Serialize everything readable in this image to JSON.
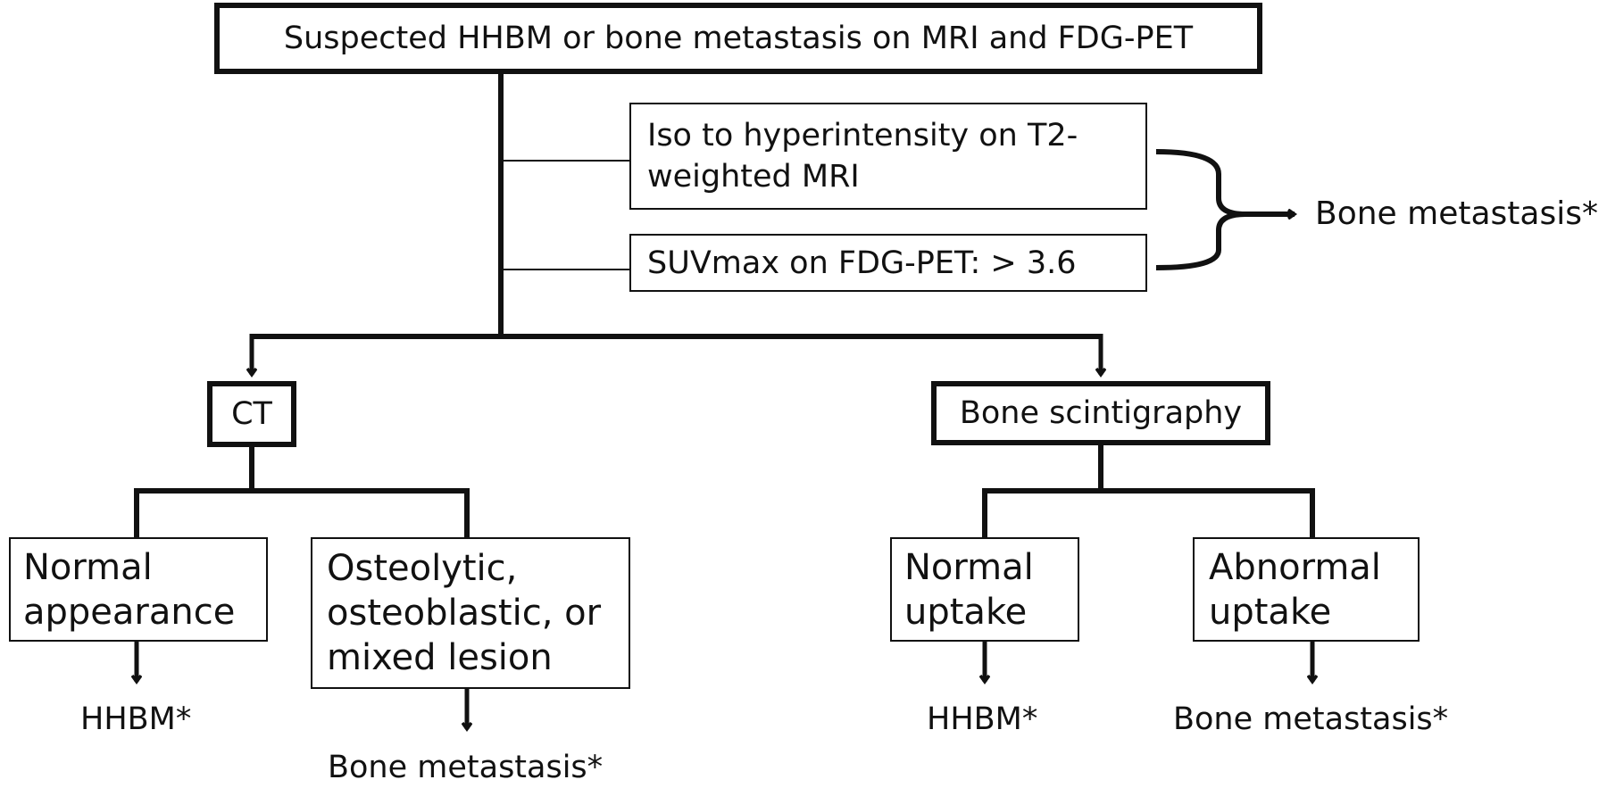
{
  "diagram": {
    "start": "Suspected HHBM or bone metastasis on MRI and FDG-PET",
    "criteria": {
      "t2_line1": "Iso to hyperintensity on T2-",
      "t2_line2": "weighted MRI",
      "suv": "SUVmax on FDG-PET:  > 3.6",
      "outcome": "Bone metastasis*"
    },
    "ct": {
      "label": "CT",
      "normal_line1": "Normal",
      "normal_line2": "appearance",
      "normal_outcome": "HHBM*",
      "lesion_line1": "Osteolytic,",
      "lesion_line2": "osteoblastic, or",
      "lesion_line3": "mixed lesion",
      "lesion_outcome": "Bone metastasis*"
    },
    "scintigraphy": {
      "label": "Bone scintigraphy",
      "normal_line1": "Normal",
      "normal_line2": "uptake",
      "normal_outcome": "HHBM*",
      "abnormal_line1": "Abnormal",
      "abnormal_line2": "uptake",
      "abnormal_outcome": "Bone metastasis*"
    }
  },
  "colors": {
    "stroke": "#111111",
    "background": "#ffffff"
  }
}
